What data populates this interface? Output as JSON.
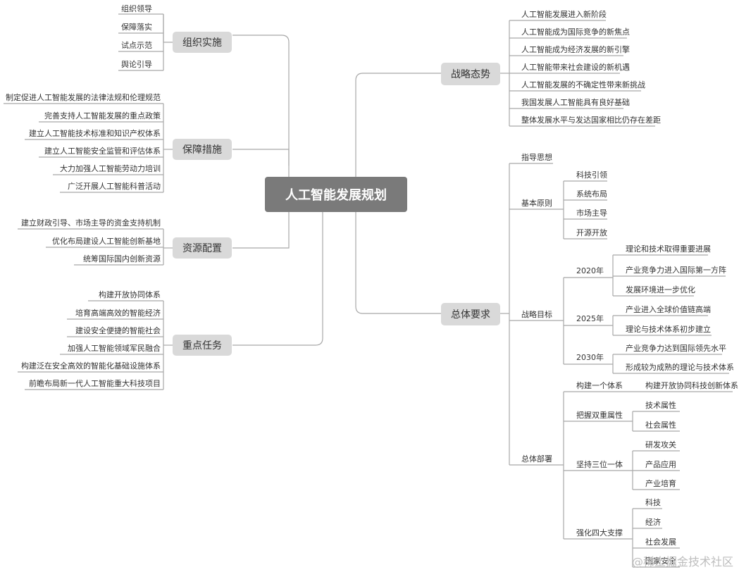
{
  "root": "人工智能发展规划",
  "watermark": "@稀土掘金技术社区",
  "left": {
    "zuzhi": {
      "label": "组织实施",
      "items": [
        "组织领导",
        "保障落实",
        "试点示范",
        "舆论引导"
      ]
    },
    "baozhang": {
      "label": "保障措施",
      "items": [
        "制定促进人工智能发展的法律法规和伦理规范",
        "完善支持人工智能发展的重点政策",
        "建立人工智能技术标准和知识产权体系",
        "建立人工智能安全监管和评估体系",
        "大力加强人工智能劳动力培训",
        "广泛开展人工智能科普活动"
      ]
    },
    "ziyuan": {
      "label": "资源配置",
      "items": [
        "建立财政引导、市场主导的资金支持机制",
        "优化布局建设人工智能创新基地",
        "统筹国际国内创新资源"
      ]
    },
    "zhongdian": {
      "label": "重点任务",
      "items": [
        "构建开放协同体系",
        "培育高端高效的智能经济",
        "建设安全便捷的智能社会",
        "加强人工智能领域军民融合",
        "构建泛在安全高效的智能化基础设施体系",
        "前瞻布局新一代人工智能重大科技项目"
      ]
    }
  },
  "right": {
    "zhanlue": {
      "label": "战略态势",
      "items": [
        "人工智能发展进入新阶段",
        "人工智能成为国际竞争的新焦点",
        "人工智能成为经济发展的新引擎",
        "人工智能带来社会建设的新机遇",
        "人工智能发展的不确定性带来新挑战",
        "我国发展人工智能具有良好基础",
        "整体发展水平与发达国家相比仍存在差距"
      ]
    },
    "zongti": {
      "label": "总体要求",
      "zhidao": "指导思想",
      "yuanze": {
        "label": "基本原则",
        "items": [
          "科技引领",
          "系统布局",
          "市场主导",
          "开源开放"
        ]
      },
      "mubiao": {
        "label": "战略目标",
        "y2020": {
          "label": "2020年",
          "items": [
            "理论和技术取得重要进展",
            "产业竞争力进入国际第一方阵",
            "发展环境进一步优化"
          ]
        },
        "y2025": {
          "label": "2025年",
          "items": [
            "产业进入全球价值链高端",
            "理论与技术体系初步建立"
          ]
        },
        "y2030": {
          "label": "2030年",
          "items": [
            "产业竞争力达到国际领先水平",
            "形成较为成熟的理论与技术体系"
          ]
        }
      },
      "bushu": {
        "label": "总体部署",
        "yige": {
          "label": "构建一个体系",
          "items": [
            "构建开放协同科技创新体系"
          ]
        },
        "shuangchong": {
          "label": "把握双重属性",
          "items": [
            "技术属性",
            "社会属性"
          ]
        },
        "sanwei": {
          "label": "坚持三位一体",
          "items": [
            "研发攻关",
            "产品应用",
            "产业培育"
          ]
        },
        "sida": {
          "label": "强化四大支撑",
          "items": [
            "科技",
            "经济",
            "社会发展",
            "国家安全"
          ]
        }
      }
    }
  }
}
